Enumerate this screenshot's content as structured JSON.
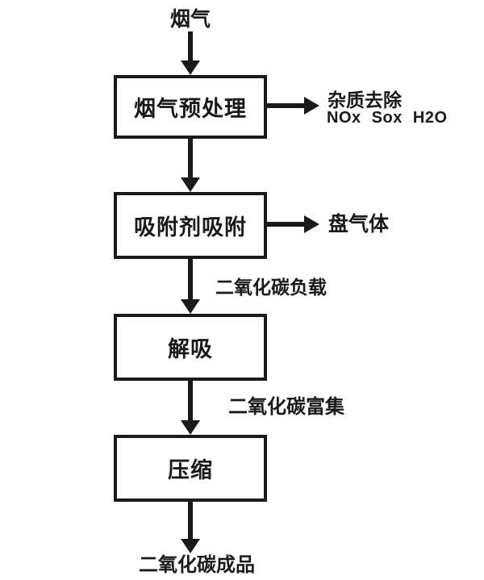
{
  "diagram": {
    "type": "flowchart",
    "input_label": "烟气",
    "boxes": {
      "pretreatment": "烟气预处理",
      "adsorption": "吸附剂吸附",
      "desorption": "解吸",
      "compression": "压缩"
    },
    "branch_outputs": {
      "impurity_removal_line1": "杂质去除",
      "impurity_removal_line2": "NOx Sox H2O",
      "lean_gas": "盘气体"
    },
    "stream_labels": {
      "co2_loaded": "二氧化碳负载",
      "co2_enriched": "二氧化碳富集"
    },
    "output_label": "二氧化碳成品",
    "colors": {
      "ink": "#1a1a1a",
      "background": "#ffffff"
    }
  }
}
